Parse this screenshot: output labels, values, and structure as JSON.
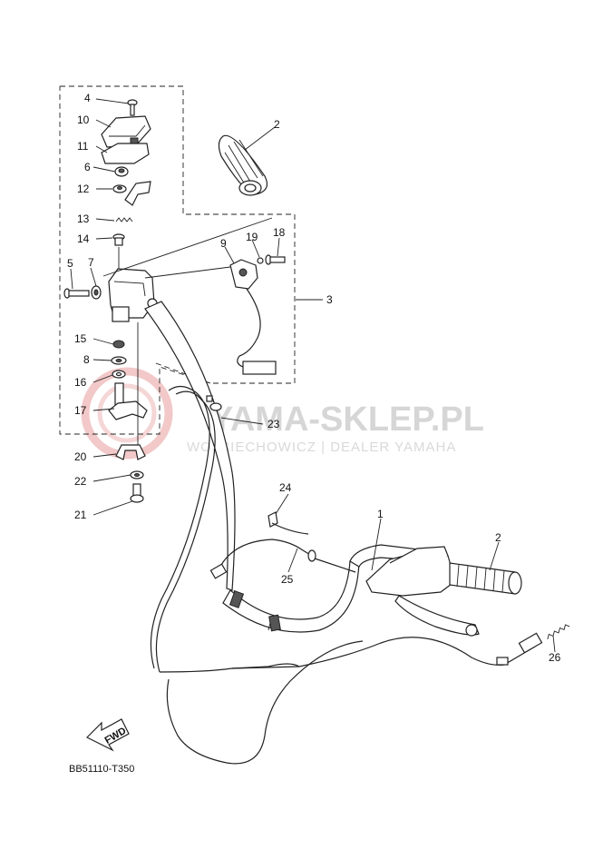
{
  "watermark": {
    "main": "YAMA-SKLEP.PL",
    "sub": "WOJCIECHOWICZ | DEALER YAMAHA"
  },
  "diagram_code": "BB51110-T350",
  "fwd_label": "FWD",
  "callouts": [
    {
      "id": "c4",
      "label": "4"
    },
    {
      "id": "c10",
      "label": "10"
    },
    {
      "id": "c11",
      "label": "11"
    },
    {
      "id": "c6",
      "label": "6"
    },
    {
      "id": "c12",
      "label": "12"
    },
    {
      "id": "c13",
      "label": "13"
    },
    {
      "id": "c14",
      "label": "14"
    },
    {
      "id": "c5",
      "label": "5"
    },
    {
      "id": "c7",
      "label": "7"
    },
    {
      "id": "c15",
      "label": "15"
    },
    {
      "id": "c8",
      "label": "8"
    },
    {
      "id": "c16",
      "label": "16"
    },
    {
      "id": "c17",
      "label": "17"
    },
    {
      "id": "c20",
      "label": "20"
    },
    {
      "id": "c22",
      "label": "22"
    },
    {
      "id": "c21",
      "label": "21"
    },
    {
      "id": "c2a",
      "label": "2"
    },
    {
      "id": "c9",
      "label": "9"
    },
    {
      "id": "c19",
      "label": "19"
    },
    {
      "id": "c18",
      "label": "18"
    },
    {
      "id": "c3",
      "label": "3"
    },
    {
      "id": "c23",
      "label": "23"
    },
    {
      "id": "c24",
      "label": "24"
    },
    {
      "id": "c1",
      "label": "1"
    },
    {
      "id": "c2b",
      "label": "2"
    },
    {
      "id": "c25",
      "label": "25"
    },
    {
      "id": "c26",
      "label": "26"
    }
  ]
}
